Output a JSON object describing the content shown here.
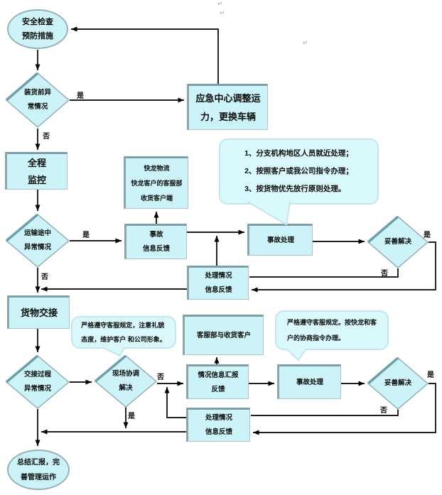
{
  "colors": {
    "shape_fill": "#ccf4f8",
    "shape_border": "#97b0ba",
    "diamond_accent": "#6d9fa8",
    "callout_fill": "#d9f9fd",
    "callout_border": "#c2e5ee",
    "connector_line": "#000000",
    "text": "#0b0b0b"
  },
  "nodes": {
    "start_ellipse": {
      "text": "安全检查\n预防措施"
    },
    "diamond_loading": {
      "text": "装货前异\n常情况"
    },
    "box_emergency": {
      "text": "应急中心调整运\n力，更换车辆"
    },
    "box_monitor": {
      "text": "全程\n监控"
    },
    "box_parties": {
      "text": "快龙物流\n快龙客户的客服部\n收货客户端"
    },
    "callout_transit": {
      "text": "1、分支机构地区人员就近处理；\n2、按照客户或我公司指令办理；\n3、按货物优先放行原则处理。"
    },
    "diamond_transit": {
      "text": "运输途中\n异常情况"
    },
    "box_accident_info": {
      "text": "事故\n信息反馈"
    },
    "box_accident_handle_1": {
      "text": "事故处理"
    },
    "diamond_resolve_1": {
      "text": "妥善解决"
    },
    "box_feedback_1": {
      "text": "处理情况\n信息反馈"
    },
    "box_handover": {
      "text": "货物交接"
    },
    "callout_handover": {
      "text": "严格遵守客服规定，注意礼貌\n态度，维护客户 和公司形象。"
    },
    "box_cs_customer": {
      "text": "客服部与收货客户"
    },
    "callout_cs": {
      "text": "严格遵守客服规定。按快龙和客\n户的协商指令办理。"
    },
    "diamond_handover_issue": {
      "text": "交接过程\n异常情况"
    },
    "diamond_onsite": {
      "text": "现场协调\n解决"
    },
    "box_report": {
      "text": "情况信息汇报\n反馈"
    },
    "box_accident_handle_2": {
      "text": "事故处理"
    },
    "diamond_resolve_2": {
      "text": "妥善解决"
    },
    "box_feedback_2": {
      "text": "处理情况\n信息反馈"
    },
    "end_ellipse": {
      "text": "总结汇报，完\n善管理运作"
    }
  },
  "labels": {
    "yes_loading": "是",
    "no_loading": "否",
    "yes_transit": "是",
    "no_transit": "否",
    "yes_resolve_1": "是",
    "no_resolve_1": "否",
    "no_onsite": "否",
    "yes_onsite": "是",
    "yes_resolve_2": "是",
    "no_resolve_2": "否"
  },
  "marks": {
    "pilcrow": "↵"
  }
}
